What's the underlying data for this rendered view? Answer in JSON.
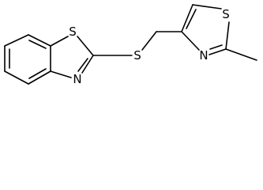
{
  "molecule": {
    "atoms": {
      "s_thiazole_ring_left": "S",
      "n_thiazole_ring_left": "N",
      "s_thioether": "S",
      "s_thiazole_ring_right": "S",
      "n_thiazole_ring_right": "N"
    }
  }
}
